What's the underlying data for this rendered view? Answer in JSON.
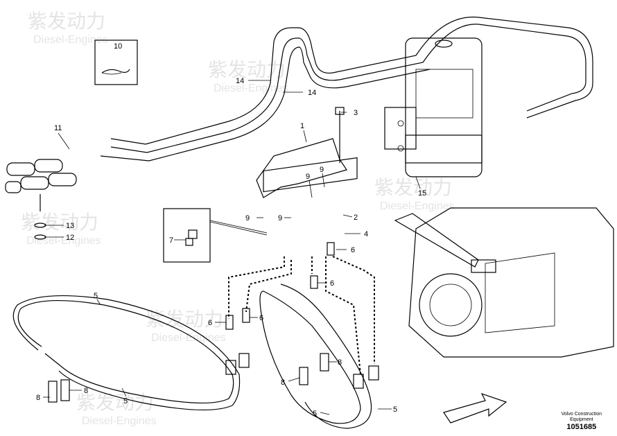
{
  "watermark": {
    "brand_cn": "紫发动力",
    "brand_en": "Diesel-Engines"
  },
  "callouts": [
    {
      "id": "c10",
      "text": "10"
    },
    {
      "id": "c14a",
      "text": "14"
    },
    {
      "id": "c14b",
      "text": "14"
    },
    {
      "id": "c3",
      "text": "3"
    },
    {
      "id": "c11",
      "text": "11"
    },
    {
      "id": "c1",
      "text": "1"
    },
    {
      "id": "c9a",
      "text": "9"
    },
    {
      "id": "c9b",
      "text": "9"
    },
    {
      "id": "c9c",
      "text": "9"
    },
    {
      "id": "c9d",
      "text": "9"
    },
    {
      "id": "c2",
      "text": "2"
    },
    {
      "id": "c13",
      "text": "13"
    },
    {
      "id": "c12",
      "text": "12"
    },
    {
      "id": "c7",
      "text": "7"
    },
    {
      "id": "c4",
      "text": "4"
    },
    {
      "id": "c6a",
      "text": "6"
    },
    {
      "id": "c6b",
      "text": "6"
    },
    {
      "id": "c6c",
      "text": "6"
    },
    {
      "id": "c6d",
      "text": "6"
    },
    {
      "id": "c15",
      "text": "15"
    },
    {
      "id": "c5a",
      "text": "5"
    },
    {
      "id": "c5b",
      "text": "5"
    },
    {
      "id": "c5c",
      "text": "5"
    },
    {
      "id": "c5d",
      "text": "5"
    },
    {
      "id": "c8a",
      "text": "8"
    },
    {
      "id": "c8b",
      "text": "8"
    },
    {
      "id": "c8c",
      "text": "8"
    },
    {
      "id": "c8d",
      "text": "8"
    }
  ],
  "footer": {
    "line1": "Volvo Construction",
    "line2": "Equipment",
    "drawing_number": "1051685"
  }
}
